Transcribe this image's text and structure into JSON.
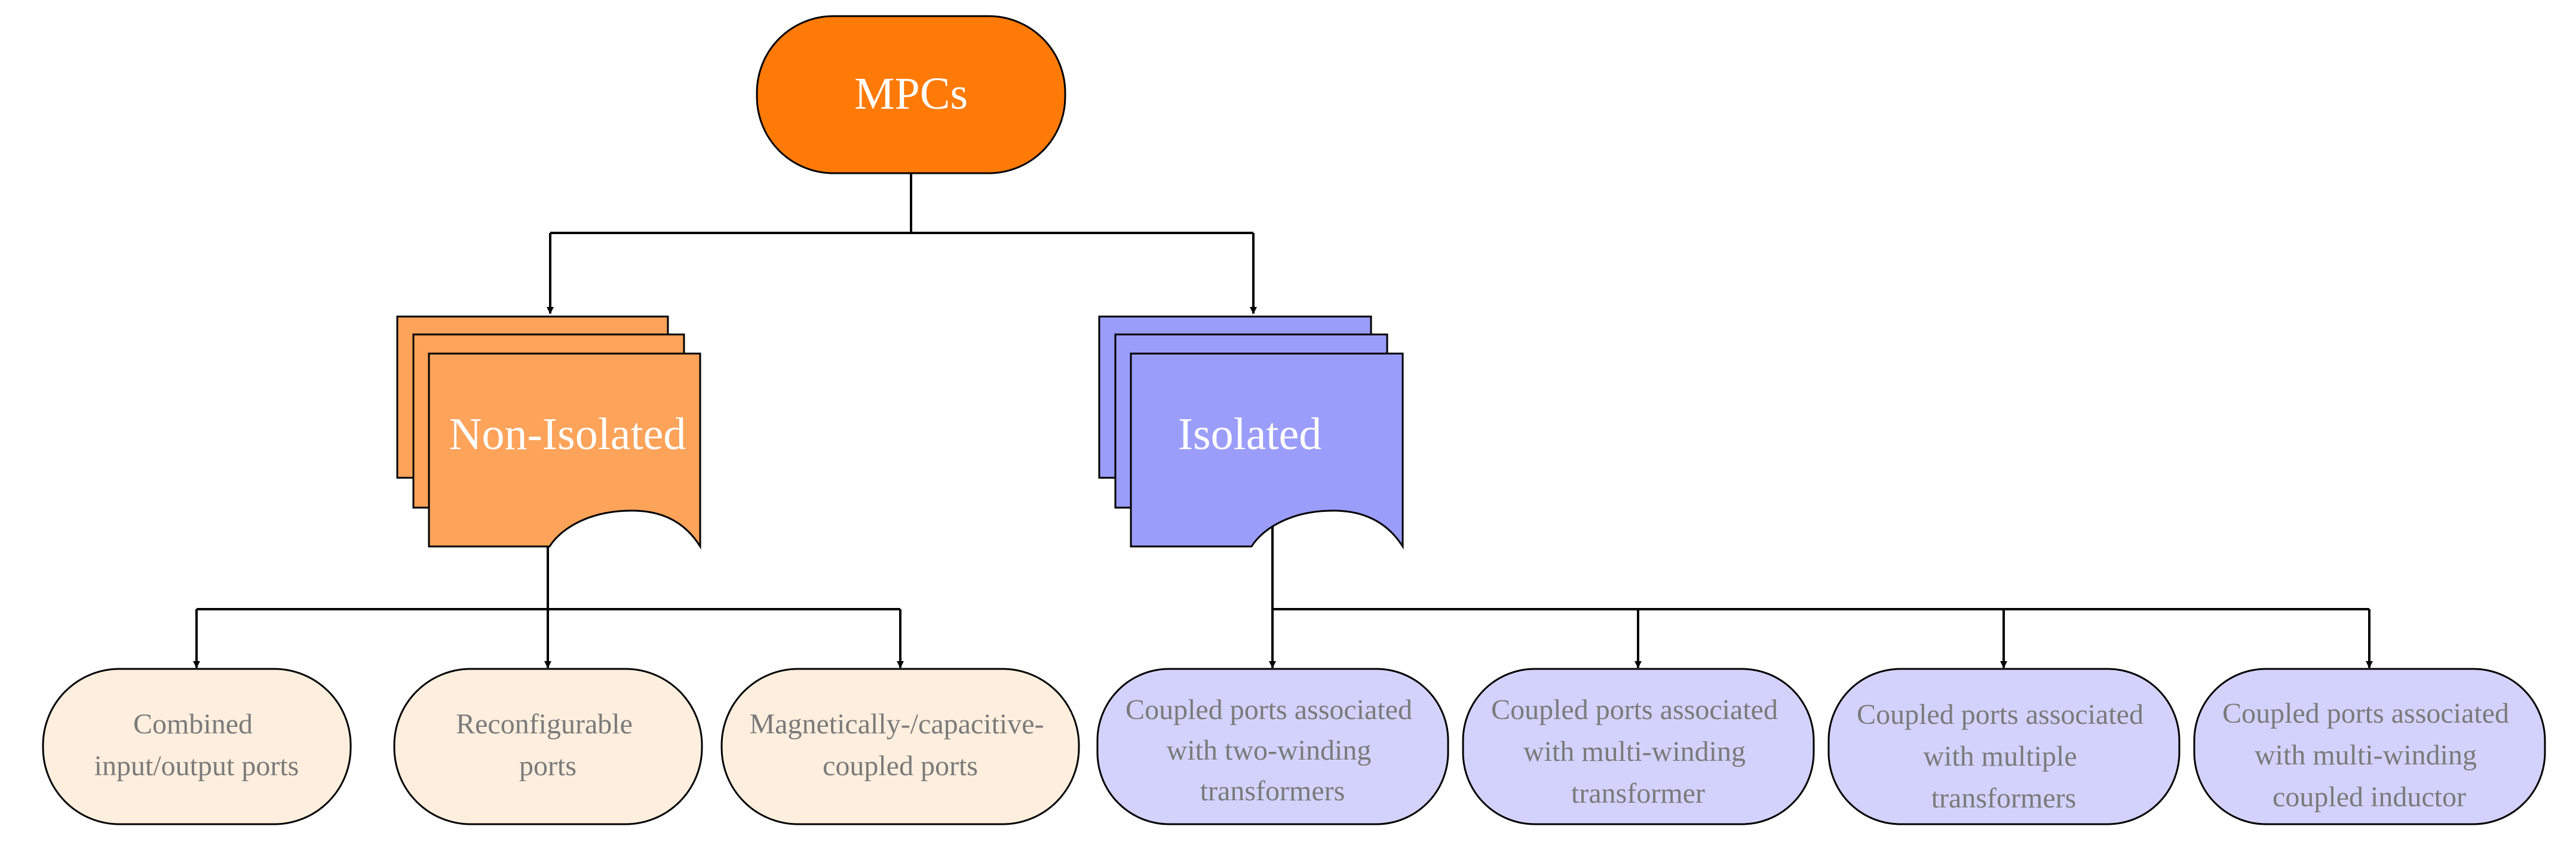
{
  "root": {
    "label": "MPCs",
    "color": "#ff7a07"
  },
  "non_isolated": {
    "label": "Non-Isolated",
    "color": "#fda35a",
    "children": [
      {
        "lines": [
          "Combined",
          "input/output ports"
        ]
      },
      {
        "lines": [
          "Reconfigurable",
          "ports"
        ]
      },
      {
        "lines": [
          "Magnetically-/capacitive-",
          "coupled ports"
        ]
      }
    ],
    "leaf_color": "#fdeedd"
  },
  "isolated": {
    "label": "Isolated",
    "color": "#9b9dfb",
    "children": [
      {
        "lines": [
          "Coupled ports associated",
          "with two-winding",
          "transformers"
        ]
      },
      {
        "lines": [
          "Coupled ports associated",
          "with multi-winding",
          "transformer"
        ]
      },
      {
        "lines": [
          "Coupled ports associated",
          "with multiple",
          "transformers"
        ]
      },
      {
        "lines": [
          "Coupled ports associated",
          "with multi-winding",
          "coupled inductor"
        ]
      }
    ],
    "leaf_color": "#d2d2fc"
  }
}
